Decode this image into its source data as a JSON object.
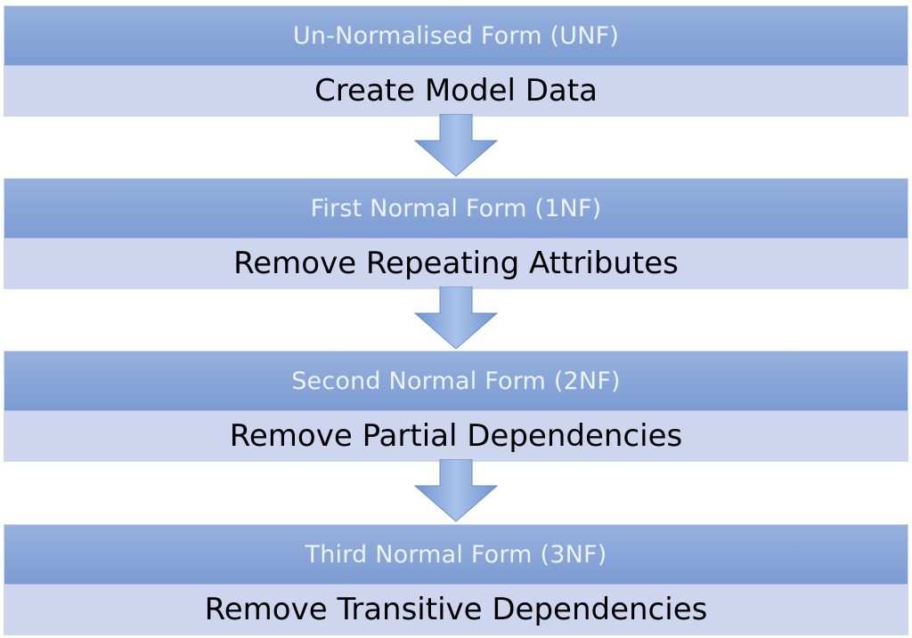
{
  "stages": [
    {
      "name": "Un-Normalised Form (UNF)",
      "action": "Create Model Data"
    },
    {
      "name": "First Normal Form (1NF)",
      "action": "Remove Repeating Attributes"
    },
    {
      "name": "Second Normal Form (2NF)",
      "action": "Remove Partial Dependencies"
    },
    {
      "name": "Third Normal Form (3NF)",
      "action": "Remove Transitive Dependencies"
    }
  ],
  "colors": {
    "header_fill": "#87a5d8",
    "header_text": "#eef3fb",
    "body_fill": "#cdd5ef",
    "body_text": "#000000",
    "arrow_fill": "#7fa3d8"
  }
}
